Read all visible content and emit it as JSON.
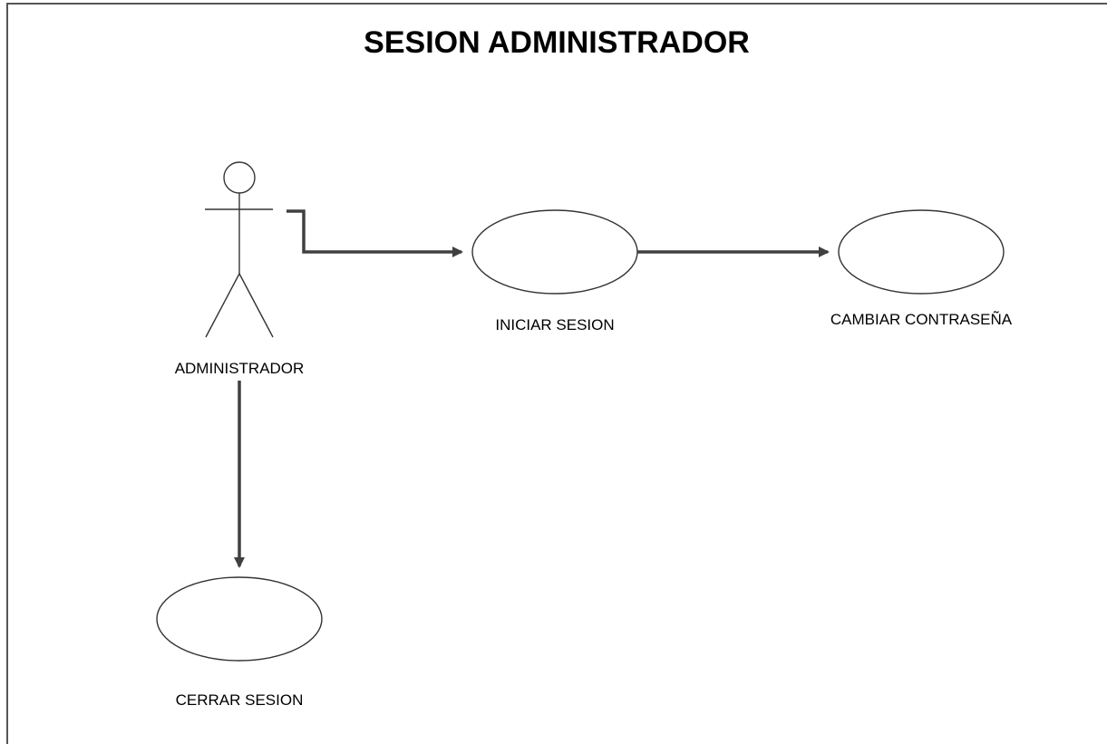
{
  "diagram": {
    "title": "SESION ADMINISTRADOR",
    "actor": {
      "label": "ADMINISTRADOR"
    },
    "use_cases": [
      {
        "label": "INICIAR SESION"
      },
      {
        "label": "CAMBIAR CONTRASEÑA"
      },
      {
        "label": "CERRAR SESION"
      }
    ],
    "colors": {
      "frame": "#555555",
      "arrow": "#404040",
      "shape_stroke": "#333333",
      "background": "#ffffff"
    }
  }
}
